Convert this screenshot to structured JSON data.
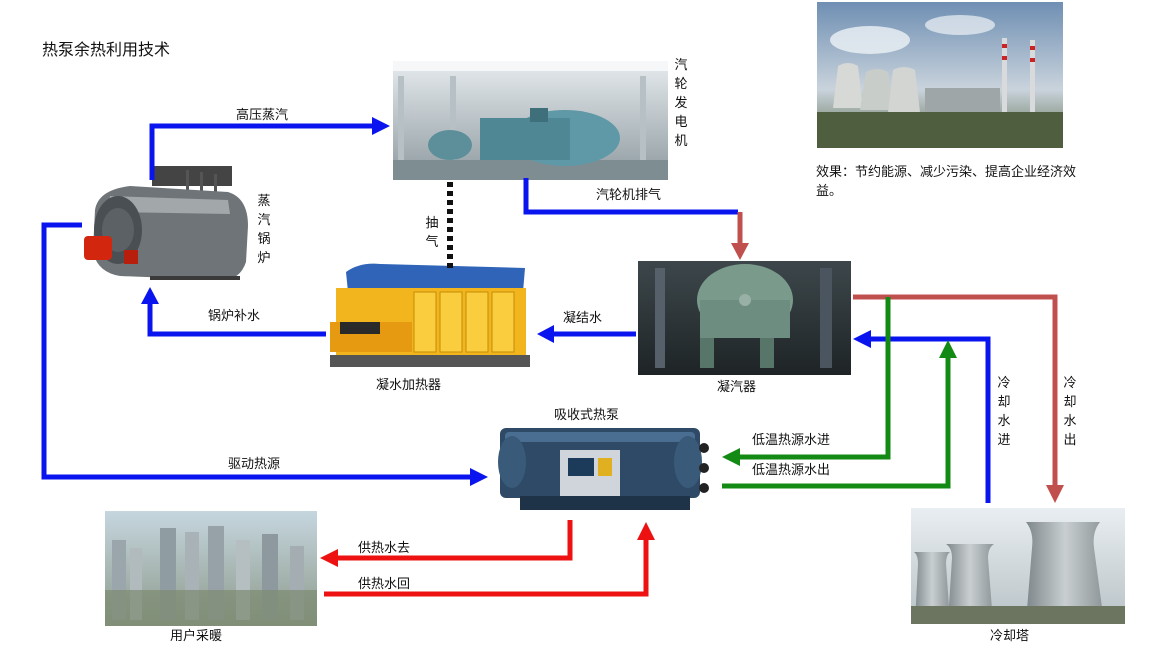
{
  "title": "热泵余热利用技术",
  "effect_note": "效果：节约能源、减少污染、提高企业经济效益。",
  "components": {
    "boiler": "蒸汽锅炉",
    "turbine": "汽轮发电机",
    "condensate_heater": "凝水加热器",
    "condenser": "凝汽器",
    "heat_pump": "吸收式热泵",
    "user": "用户采暖",
    "cooling_tower": "冷却塔"
  },
  "flows": {
    "hp_steam": "高压蒸汽",
    "exhaust": "汽轮机排气",
    "extraction": "抽气",
    "boiler_makeup": "锅炉补水",
    "condensate": "凝结水",
    "drive_heat": "驱动热源",
    "low_temp_in": "低温热源水进",
    "low_temp_out": "低温热源水出",
    "supply_out": "供热水去",
    "supply_back": "供热水回",
    "cooling_in": "冷却水进",
    "cooling_out": "冷却水出"
  },
  "colors": {
    "steam_blue": "#0a14ee",
    "exhaust_red": "#c0504d",
    "green": "#138a13",
    "hot_red": "#ee1111"
  }
}
